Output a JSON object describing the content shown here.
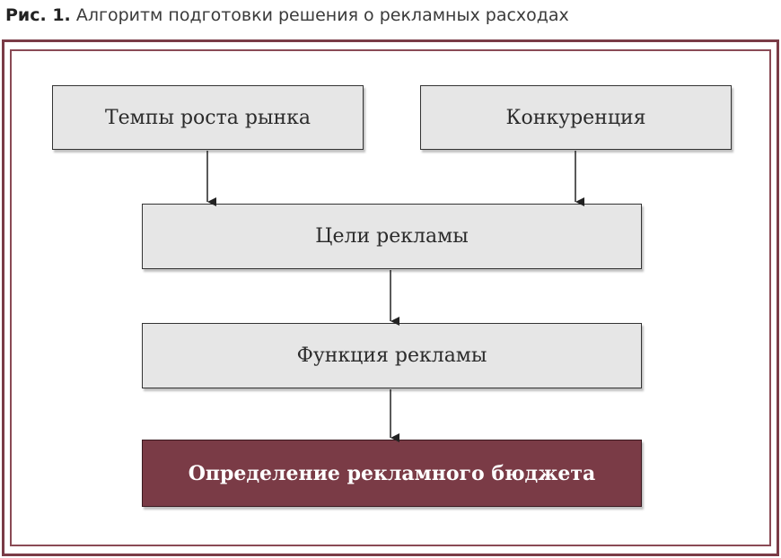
{
  "caption": {
    "figure_label": "Рис. 1.",
    "title": "Алгоритм подготовки решения о рекламных расходах"
  },
  "nodes": {
    "market_growth": "Темпы роста рынка",
    "competition": "Конкуренция",
    "ad_goals": "Цели рекламы",
    "ad_function": "Функция рекламы",
    "ad_budget": "Определение рекламного бюджета"
  },
  "edges": [
    {
      "from": "market_growth",
      "to": "ad_goals"
    },
    {
      "from": "competition",
      "to": "ad_goals"
    },
    {
      "from": "ad_goals",
      "to": "ad_function"
    },
    {
      "from": "ad_function",
      "to": "ad_budget"
    }
  ],
  "colors": {
    "accent": "#7a3b46",
    "box_fill": "#e6e6e6",
    "box_border": "#333333"
  }
}
